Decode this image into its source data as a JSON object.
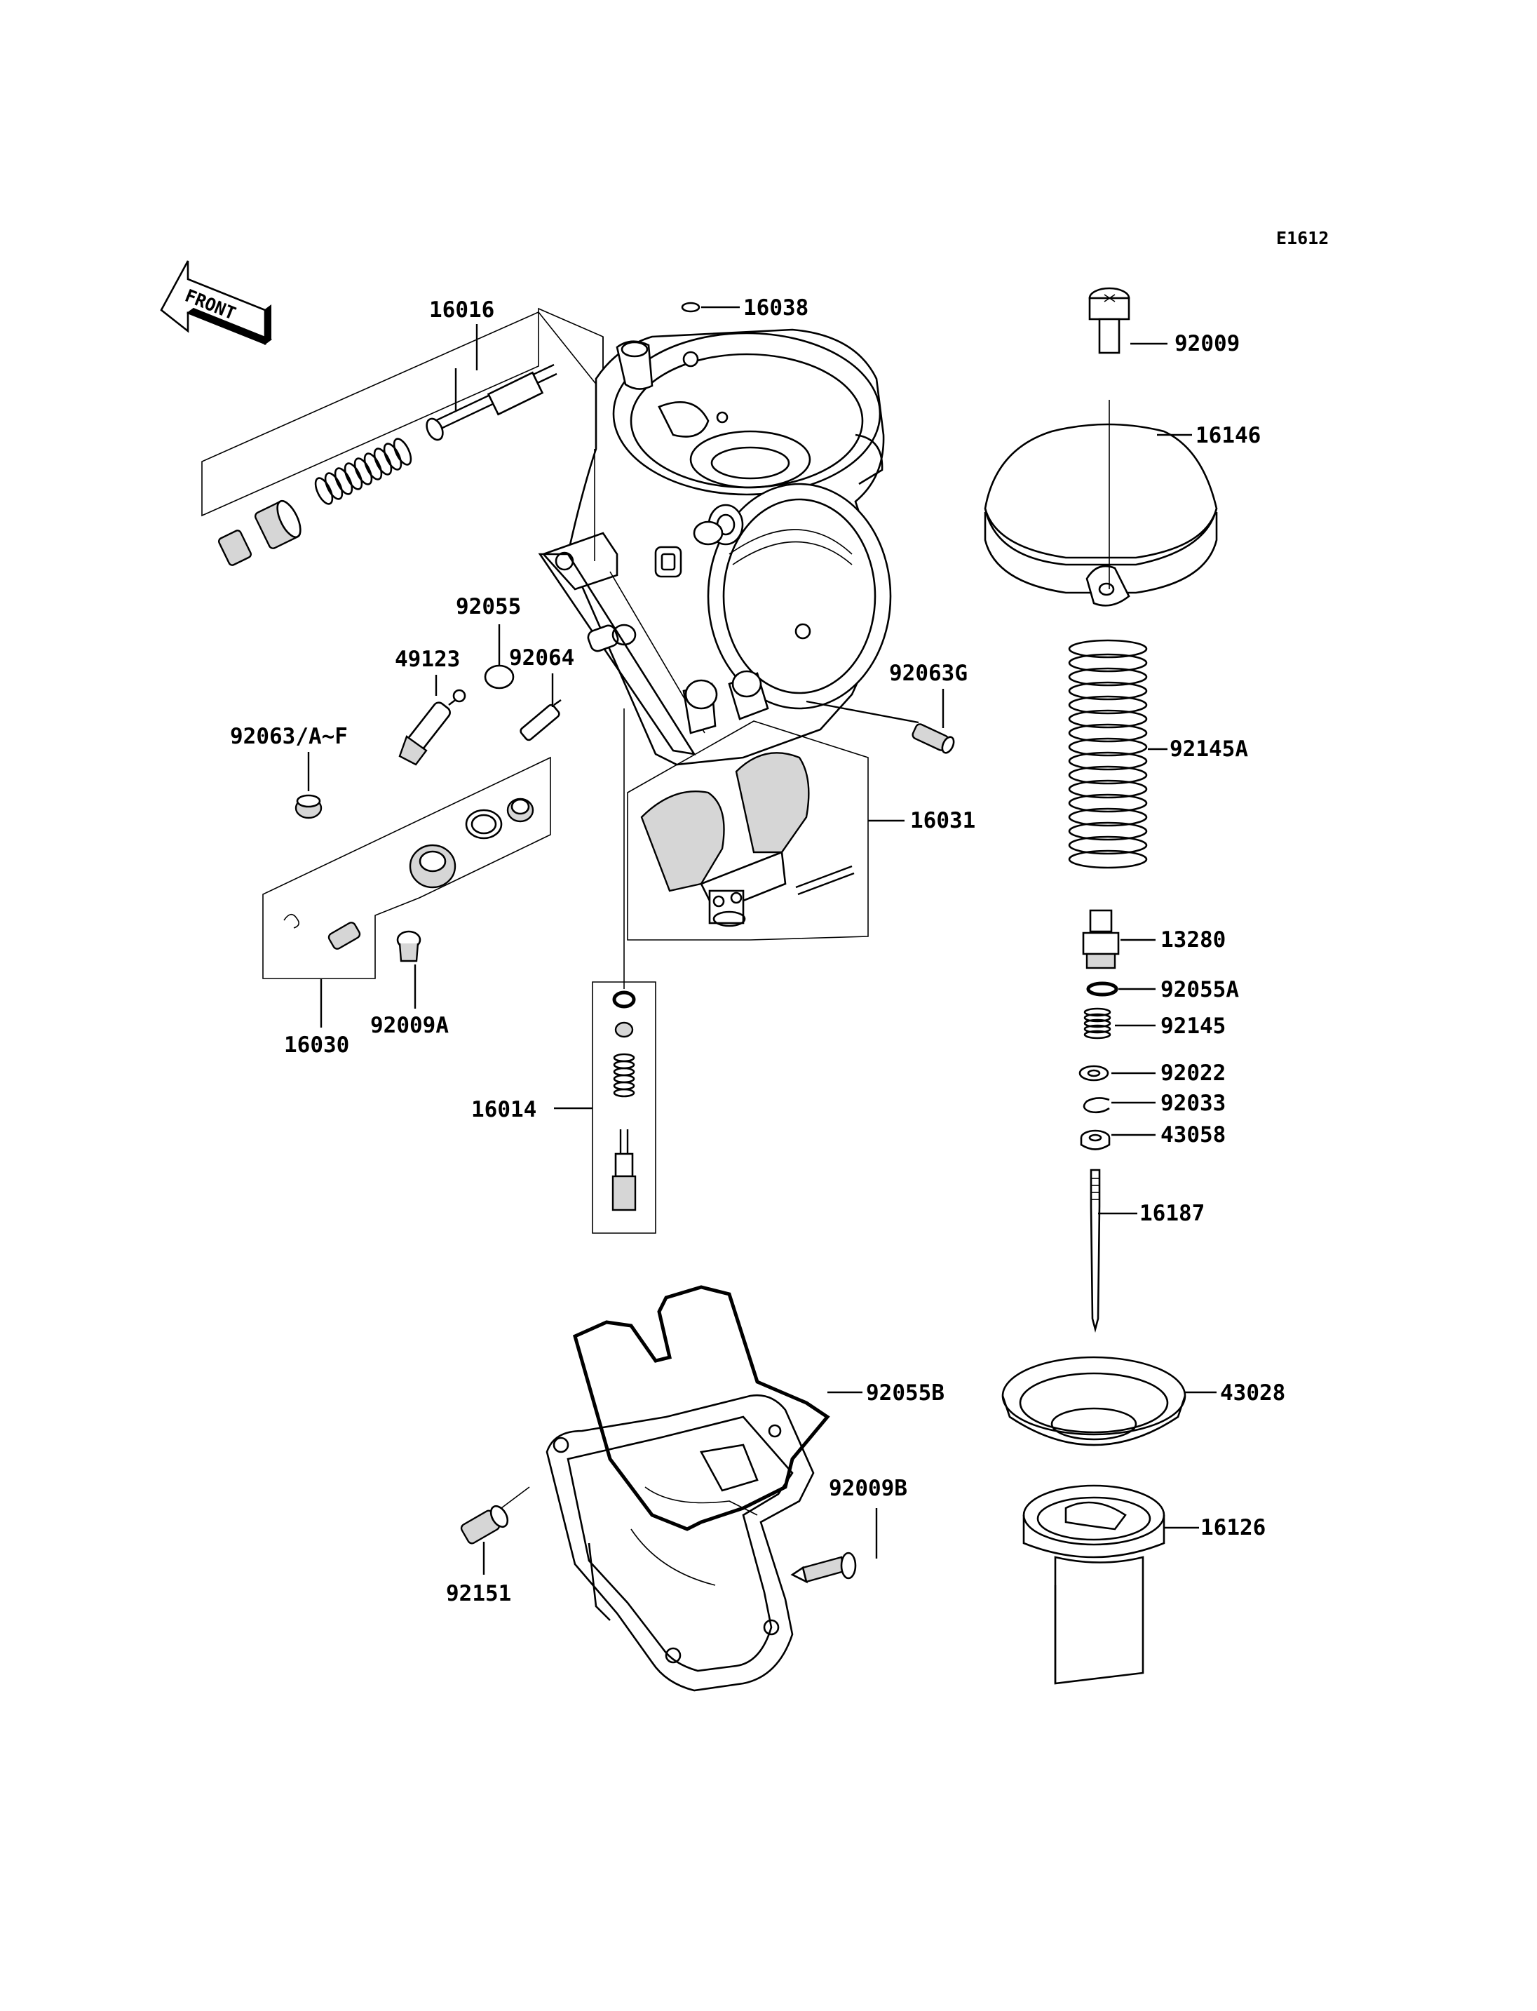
{
  "diagram_code": "E1612",
  "orientation_label": "FRONT",
  "part_labels": {
    "p16016": "16016",
    "p16038": "16038",
    "p92009": "92009",
    "p16146": "16146",
    "p92055": "92055",
    "p49123": "49123",
    "p92064": "92064",
    "p92063G": "92063G",
    "p92063AF": "92063/A~F",
    "p92145A": "92145A",
    "p16031": "16031",
    "p13280": "13280",
    "p16030": "16030",
    "p92009A": "92009A",
    "p92055A": "92055A",
    "p92145": "92145",
    "p16014": "16014",
    "p92022": "92022",
    "p92033": "92033",
    "p43058": "43058",
    "p16187": "16187",
    "p92055B": "92055B",
    "p43028": "43028",
    "p92009B": "92009B",
    "p16126": "16126",
    "p92151": "92151"
  }
}
